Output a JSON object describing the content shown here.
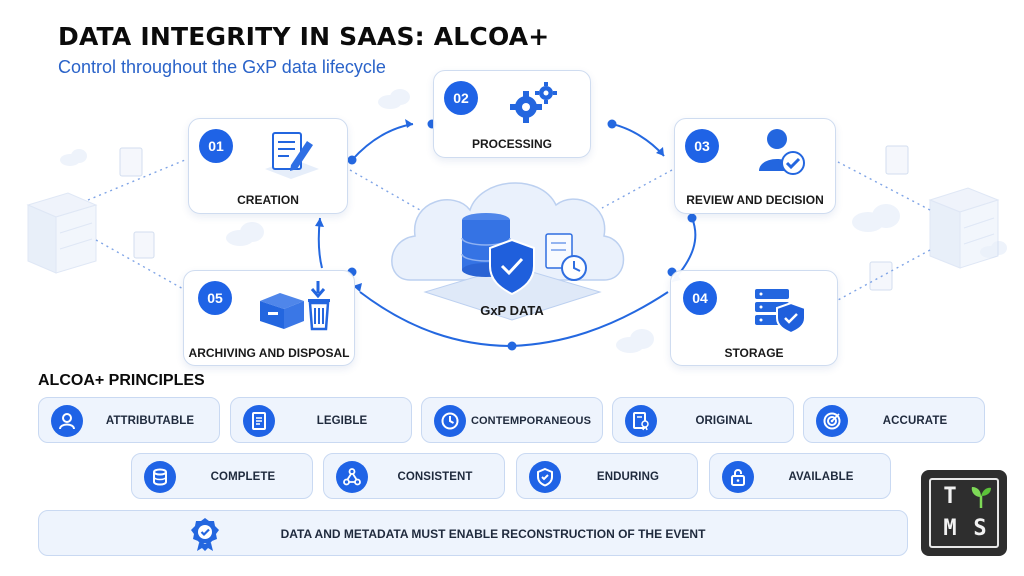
{
  "header": {
    "title": "DATA INTEGRITY IN SAAS: ALCOA+",
    "subtitle": "Control throughout the GxP data lifecycle"
  },
  "lifecycle": {
    "center_label": "GxP DATA",
    "stages": [
      {
        "number": "01",
        "label": "CREATION",
        "icon": "document-pen-icon"
      },
      {
        "number": "02",
        "label": "PROCESSING",
        "icon": "gears-icon"
      },
      {
        "number": "03",
        "label": "REVIEW AND DECISION",
        "icon": "user-check-icon"
      },
      {
        "number": "04",
        "label": "STORAGE",
        "icon": "server-shield-icon"
      },
      {
        "number": "05",
        "label": "ARCHIVING AND DISPOSAL",
        "icon": "archive-trash-icon"
      }
    ]
  },
  "principles": {
    "title": "ALCOA+ PRINCIPLES",
    "items": [
      {
        "label": "ATTRIBUTABLE",
        "icon": "user-icon"
      },
      {
        "label": "LEGIBLE",
        "icon": "document-icon"
      },
      {
        "label": "CONTEMPORANEOUS",
        "icon": "clock-icon"
      },
      {
        "label": "ORIGINAL",
        "icon": "certificate-icon"
      },
      {
        "label": "ACCURATE",
        "icon": "target-icon"
      },
      {
        "label": "COMPLETE",
        "icon": "database-icon"
      },
      {
        "label": "CONSISTENT",
        "icon": "network-icon"
      },
      {
        "label": "ENDURING",
        "icon": "shield-check-icon"
      },
      {
        "label": "AVAILABLE",
        "icon": "unlock-icon"
      }
    ]
  },
  "footer": {
    "text": "DATA AND METADATA MUST ENABLE RECONSTRUCTION OF THE EVENT",
    "icon": "award-badge-icon"
  },
  "logo": {
    "letters": [
      "T",
      "M",
      "S"
    ],
    "icon": "sprout-icon"
  },
  "colors": {
    "accent": "#1f63e6",
    "subtitle": "#2a63c9",
    "pill_bg": "#eef4fd",
    "pill_border": "#c9d9f2",
    "logo_bg": "#2e2e2e"
  }
}
